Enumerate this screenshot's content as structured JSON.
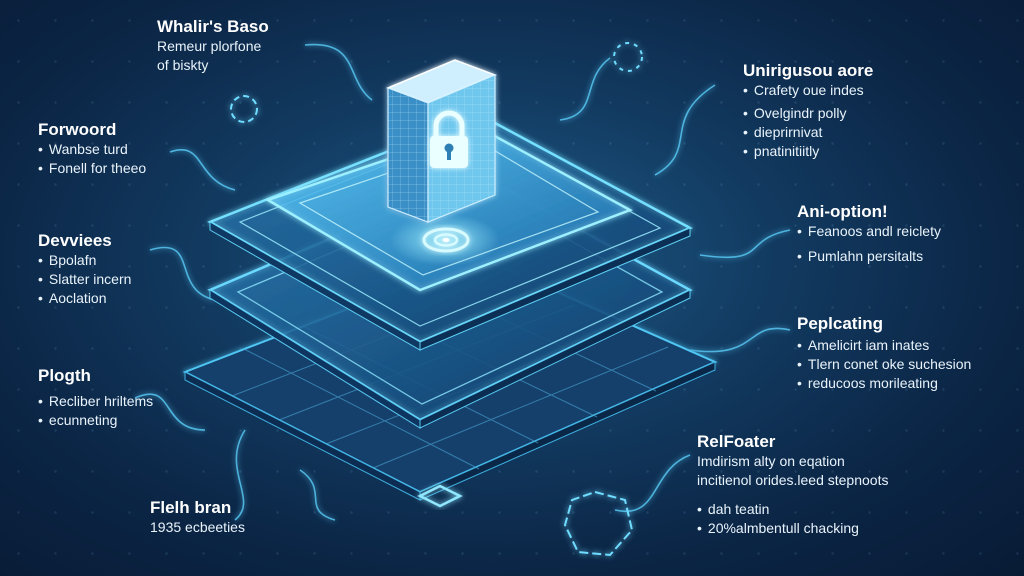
{
  "colors": {
    "background": "#0b2545",
    "glow": "#4fd2ff",
    "accent": "#7fe3ff",
    "text": "#ffffff"
  },
  "icons": {
    "center": "padlock-icon",
    "core": "target-icon",
    "chip": "square-chip-icon"
  },
  "left": [
    {
      "title": "Whalir's Baso",
      "lines": [
        "Remeur plorfone",
        "of biskty"
      ],
      "bullets": []
    },
    {
      "title": "Forwoord",
      "lines": [],
      "bullets": [
        "Wanbse turd",
        "Fonell for theeo"
      ]
    },
    {
      "title": "Devviees",
      "lines": [],
      "bullets": [
        "Bpolafn",
        "Slatter incern",
        "Aoclation"
      ]
    },
    {
      "title": "Plogth",
      "lines": [],
      "bullets": [
        "Recliber hriltems",
        "ecunneting"
      ]
    },
    {
      "title": "Flelh bran",
      "lines": [
        "1935 ecbeeties"
      ],
      "bullets": []
    }
  ],
  "right": [
    {
      "title": "Unirigusou aore",
      "lines": [],
      "bullets": [
        "Crafety oue indes",
        "Ovelgindr polly",
        "dieprirnivat",
        "pnatinitiitly"
      ]
    },
    {
      "title": "Ani-option!",
      "lines": [],
      "bullets": [
        "Feanoos andl reiclety",
        "Pumlahn persitalts"
      ]
    },
    {
      "title": "Peplcating",
      "lines": [],
      "bullets": [
        "Amelicirt iam inates",
        "Tlern conet oke suchesion",
        "reducoos morileating"
      ]
    },
    {
      "title": "RelFoater",
      "lines": [
        "Imdirism alty on eqation",
        "incitienol orides.leed stepnoots"
      ],
      "bullets": [
        "dah teatin",
        "20%almbentull chacking"
      ]
    }
  ]
}
